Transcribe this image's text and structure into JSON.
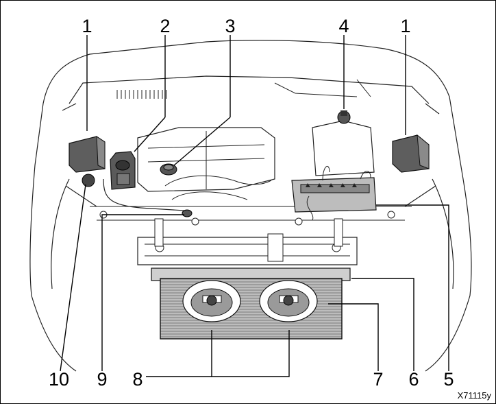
{
  "callouts": [
    {
      "id": "c1a",
      "label": "1"
    },
    {
      "id": "c2",
      "label": "2"
    },
    {
      "id": "c3",
      "label": "3"
    },
    {
      "id": "c4",
      "label": "4"
    },
    {
      "id": "c1b",
      "label": "1"
    },
    {
      "id": "c10",
      "label": "10"
    },
    {
      "id": "c9",
      "label": "9"
    },
    {
      "id": "c8",
      "label": "8"
    },
    {
      "id": "c7",
      "label": "7"
    },
    {
      "id": "c6",
      "label": "6"
    },
    {
      "id": "c5",
      "label": "5"
    }
  ],
  "figure_code": "X71115y",
  "colors": {
    "line": "#000000",
    "shade_dark": "#5a5a5a",
    "shade_mid": "#9a9a9a",
    "shade_light": "#c8c8c8",
    "background": "#ffffff"
  }
}
